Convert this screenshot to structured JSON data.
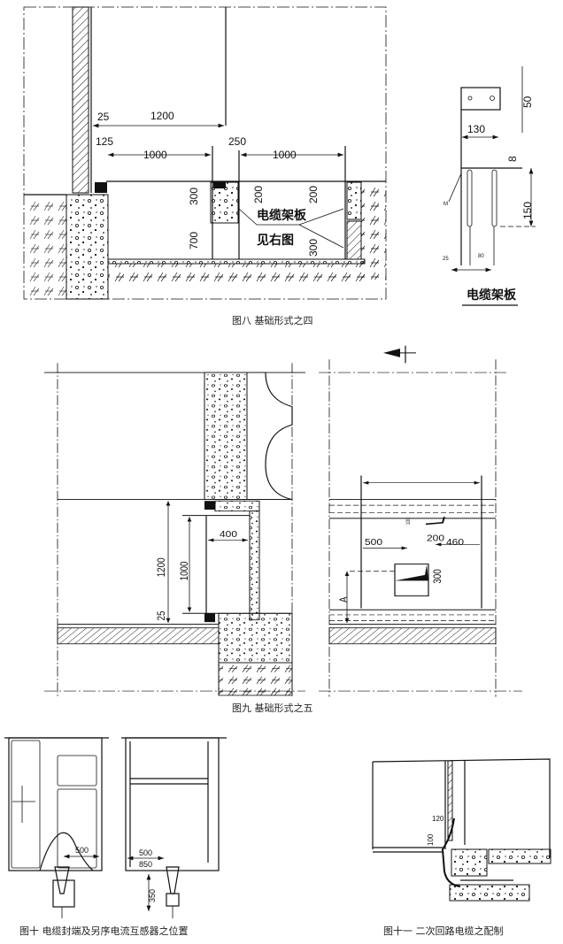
{
  "figure8": {
    "caption": "图八  基础形式之四",
    "dims": {
      "d25": "25",
      "d1200": "1200",
      "d125": "125",
      "d250": "250",
      "d1000a": "1000",
      "d1000b": "1000",
      "d300a": "300",
      "d700": "700",
      "d200a": "200",
      "d200b": "200",
      "d300b": "300"
    },
    "callout_line1": "电缆架板",
    "callout_line2": "见右图",
    "bracket": {
      "title": "电缆架板",
      "d50": "50",
      "d130": "130",
      "d8": "8",
      "d150": "150",
      "m": "M",
      "d25": "25",
      "d80": "80"
    }
  },
  "figure9": {
    "caption": "图九  基础形式之五",
    "dims": {
      "d1200": "1200",
      "d1000": "1000",
      "d400": "400",
      "d25": "25",
      "d500": "500",
      "d200": "200",
      "d460": "460",
      "d100": "100",
      "d300": "300",
      "a": "A"
    }
  },
  "figure10": {
    "caption": "图十  电缆封端及另序电流互感器之位置",
    "dims": {
      "d500a": "500",
      "d500b": "500",
      "d850": "850",
      "d350": "350"
    }
  },
  "figure11": {
    "caption": "图十一  二次回路电缆之配制",
    "dims": {
      "d120": "120",
      "d100": "100"
    }
  }
}
